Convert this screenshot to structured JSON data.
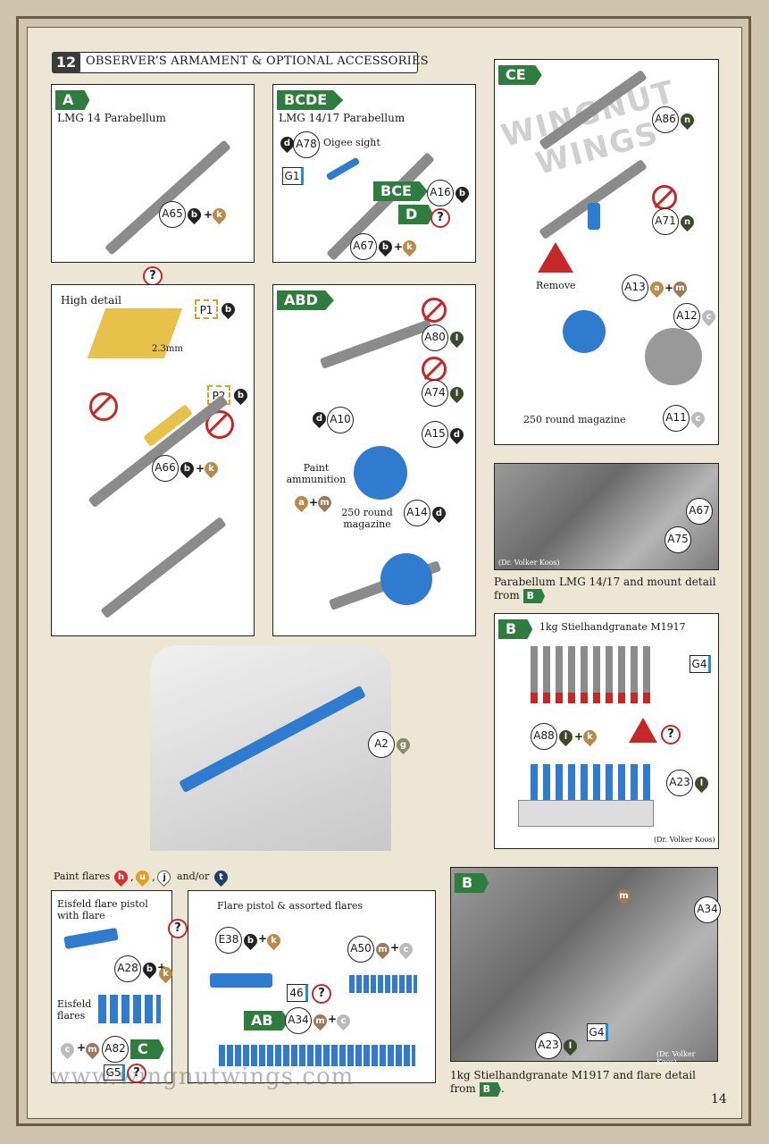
{
  "header": {
    "step": "12",
    "title": "OBSERVER’S ARMAMENT & OPTIONAL ACCESSORIES"
  },
  "panels": {
    "a": {
      "tag": "A",
      "name": "LMG 14 Parabellum",
      "part": "A65",
      "d1": "b",
      "d2": "k"
    },
    "bcde": {
      "tag": "BCDE",
      "name": "LMG 14/17 Parabellum",
      "sight_label": "Oigee sight",
      "sight_part": "A78",
      "sight_drop": "d",
      "g1": "G1",
      "a16": "A16",
      "a16_drop": "b",
      "bce_tag": "BCE",
      "d_tag": "D",
      "q": "?",
      "a67": "A67",
      "a67_d1": "b",
      "a67_d2": "k"
    },
    "ce": {
      "tag": "CE",
      "a86": "A86",
      "a86_drop": "n",
      "a71": "A71",
      "a71_drop": "n",
      "remove": "Remove",
      "a13": "A13",
      "a13_d1": "a",
      "a13_d2": "m",
      "a12": "A12",
      "a12_drop": "c",
      "a11": "A11",
      "a11_drop": "c",
      "magazine": "250 round magazine"
    },
    "hd": {
      "q": "?",
      "label": "High detail",
      "p1": "P1",
      "p1_drop": "b",
      "dim": "2.3mm",
      "p2": "P2",
      "p2_drop": "b",
      "a66": "A66",
      "a66_d1": "b",
      "a66_d2": "k"
    },
    "abd": {
      "tag": "ABD",
      "a80": "A80",
      "a80_drop": "l",
      "a74": "A74",
      "a74_drop": "l",
      "a10": "A10",
      "a10_drop": "d",
      "a15": "A15",
      "a15_drop": "d",
      "paint": "Paint ammunition",
      "paint_d1": "a",
      "paint_d2": "m",
      "mag": "250 round magazine",
      "a14": "A14",
      "a14_drop": "d"
    },
    "photo1": {
      "a67": "A67",
      "a75": "A75",
      "credit": "(Dr. Volker Koos)",
      "caption": "Parabellum LMG 14/17 and mount detail from",
      "caption_tag": "B"
    },
    "grenade": {
      "tag": "B",
      "name": "1kg Stielhandgranate M1917",
      "g4": "G4",
      "a88": "A88",
      "a88_d1": "l",
      "a88_d2": "k",
      "q": "?",
      "a23": "A23",
      "a23_drop": "l",
      "credit": "(Dr. Volker Koos)"
    },
    "cockpit": {
      "a2": "A2",
      "a2_drop": "g"
    },
    "flares": {
      "intro": "Paint flares",
      "d_h": "h",
      "d_u": "u",
      "d_j": "j",
      "andor": "and/or",
      "d_t": "t",
      "comma": ","
    },
    "eisfeld": {
      "title": "Eisfeld flare pistol with flare",
      "a28": "A28",
      "a28_d1": "b",
      "a28_d2": "k",
      "flares": "Eisfeld flares",
      "a82": "A82",
      "a82_d1": "c",
      "a82_d2": "m",
      "c_tag": "C",
      "g5": "G5",
      "q": "?"
    },
    "flarepistol": {
      "q": "?",
      "title": "Flare pistol & assorted flares",
      "e38": "E38",
      "e38_d1": "b",
      "e38_d2": "k",
      "a50": "A50",
      "a50_d1": "m",
      "a50_d2": "c",
      "n46": "46",
      "q2": "?",
      "ab_tag": "AB",
      "a34": "A34",
      "a34_d1": "m",
      "a34_d2": "c"
    },
    "photo2": {
      "tag": "B",
      "m": "m",
      "a34": "A34",
      "a23": "A23",
      "a23_drop": "l",
      "g4": "G4",
      "credit": "(Dr. Volker Koos)",
      "caption": "1kg Stielhandgranate M1917 and flare detail from",
      "caption_tag": "B",
      "period": "."
    }
  },
  "footer": {
    "url": "www.wingnutwings.com",
    "page": "14"
  },
  "watermark": "WINGNUT WINGS",
  "colors": {
    "accent_green": "#2e7d3e",
    "part_blue": "#2f7bd0",
    "warning_red": "#c62828",
    "frame": "#6e5a40"
  }
}
